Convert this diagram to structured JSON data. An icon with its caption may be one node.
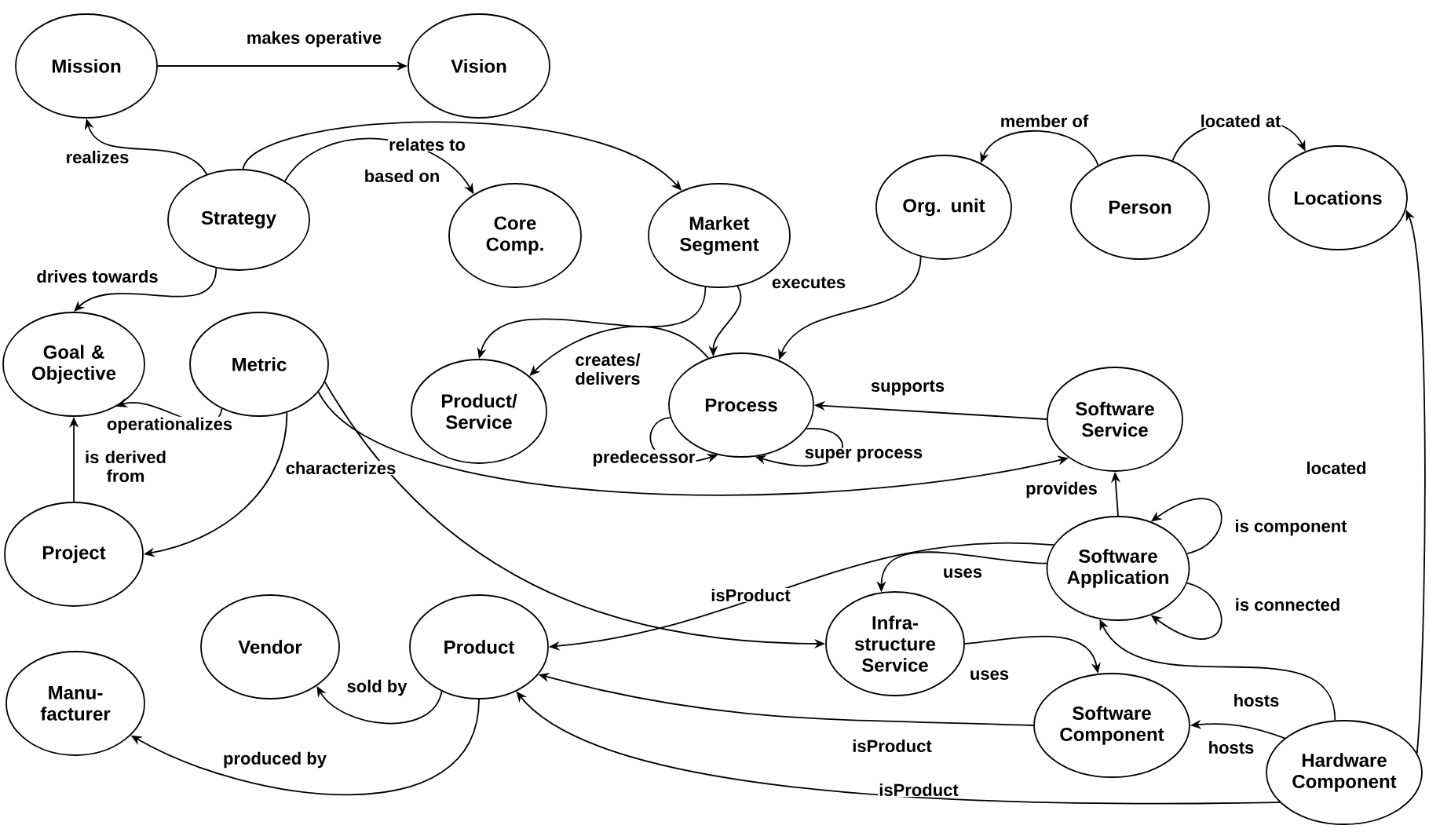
{
  "diagram": {
    "nodes": [
      {
        "text": [
          "Mission"
        ]
      },
      {
        "text": [
          "Vision"
        ]
      },
      {
        "text": [
          "Strategy"
        ]
      },
      {
        "text": [
          "Core Comp."
        ]
      },
      {
        "text": [
          "Market Segment"
        ]
      },
      {
        "text": [
          "Org. unit"
        ]
      },
      {
        "text": [
          "Person"
        ]
      },
      {
        "text": [
          "Locations"
        ]
      },
      {
        "text": [
          "Goal & Objective"
        ]
      },
      {
        "text": [
          "Metric"
        ]
      },
      {
        "text": [
          "Product/ Service"
        ]
      },
      {
        "text": [
          "Process"
        ]
      },
      {
        "text": [
          "Software Service"
        ]
      },
      {
        "text": [
          "Project"
        ]
      },
      {
        "text": [
          "Software Application"
        ]
      },
      {
        "text": [
          "Vendor"
        ]
      },
      {
        "text": [
          "Product"
        ]
      },
      {
        "text": [
          "Infra- structure Service"
        ]
      },
      {
        "text": [
          "Manu- facturer"
        ]
      },
      {
        "text": [
          "Software Component"
        ]
      },
      {
        "text": [
          "Hardware Component"
        ]
      }
    ],
    "edges": [
      {
        "from": 0,
        "to": 1,
        "arrow": "to",
        "label": "makes operative"
      },
      {
        "from": 2,
        "to": 0,
        "arrow": "to",
        "label": "realizes"
      },
      {
        "from": 2,
        "to": 3,
        "arrow": "to",
        "label": "based on"
      },
      {
        "from": 2,
        "to": 4,
        "arrow": "to",
        "label": "relates to"
      },
      {
        "from": 2,
        "to": 8,
        "arrow": "to",
        "label": "drives towards"
      },
      {
        "from": 9,
        "to": 8,
        "arrow": "to",
        "label": "operationalizes"
      },
      {
        "from": 13,
        "to": 8,
        "arrow": "to",
        "label": "is derived from"
      },
      {
        "from": 9,
        "to": 13,
        "arrow": "to",
        "label": "characterizes"
      },
      {
        "from": 9,
        "to": 12,
        "arrow": "to"
      },
      {
        "from": 9,
        "to": 17,
        "arrow": "to"
      },
      {
        "from": 4,
        "to": 10,
        "arrow": "to"
      },
      {
        "from": 4,
        "to": 11,
        "arrow": "to"
      },
      {
        "from": 11,
        "to": 10,
        "arrow": "to",
        "label": "creates/ delivers"
      },
      {
        "from": 11,
        "to": 11,
        "arrow": "to",
        "label": "predecessor"
      },
      {
        "from": 11,
        "to": 11,
        "arrow": "to",
        "label": "super process"
      },
      {
        "from": 5,
        "to": 11,
        "arrow": "to",
        "label": "executes"
      },
      {
        "from": 6,
        "to": 5,
        "arrow": "to",
        "label": "member of"
      },
      {
        "from": 6,
        "to": 7,
        "arrow": "to",
        "label": "located at"
      },
      {
        "from": 12,
        "to": 11,
        "arrow": "to",
        "label": "supports"
      },
      {
        "from": 14,
        "to": 12,
        "arrow": "to",
        "label": "provides"
      },
      {
        "from": 14,
        "to": 14,
        "arrow": "to",
        "label": "is component"
      },
      {
        "from": 14,
        "to": 14,
        "arrow": "to",
        "label": "is connected"
      },
      {
        "from": 14,
        "to": 16,
        "arrow": "to",
        "label": "isProduct"
      },
      {
        "from": 14,
        "to": 17,
        "arrow": "to",
        "label": "uses"
      },
      {
        "from": 17,
        "to": 19,
        "arrow": "to",
        "label": "uses"
      },
      {
        "from": 19,
        "to": 16,
        "arrow": "to",
        "label": "isProduct"
      },
      {
        "from": 20,
        "to": 16,
        "arrow": "to",
        "label": "isProduct"
      },
      {
        "from": 20,
        "to": 14,
        "arrow": "to",
        "label": "hosts"
      },
      {
        "from": 20,
        "to": 19,
        "arrow": "to",
        "label": "hosts"
      },
      {
        "from": 20,
        "to": 7,
        "arrow": "to",
        "label": "located"
      },
      {
        "from": 16,
        "to": 15,
        "arrow": "to",
        "label": "sold by"
      },
      {
        "from": 16,
        "to": 18,
        "arrow": "to",
        "label": "produced by"
      }
    ]
  }
}
